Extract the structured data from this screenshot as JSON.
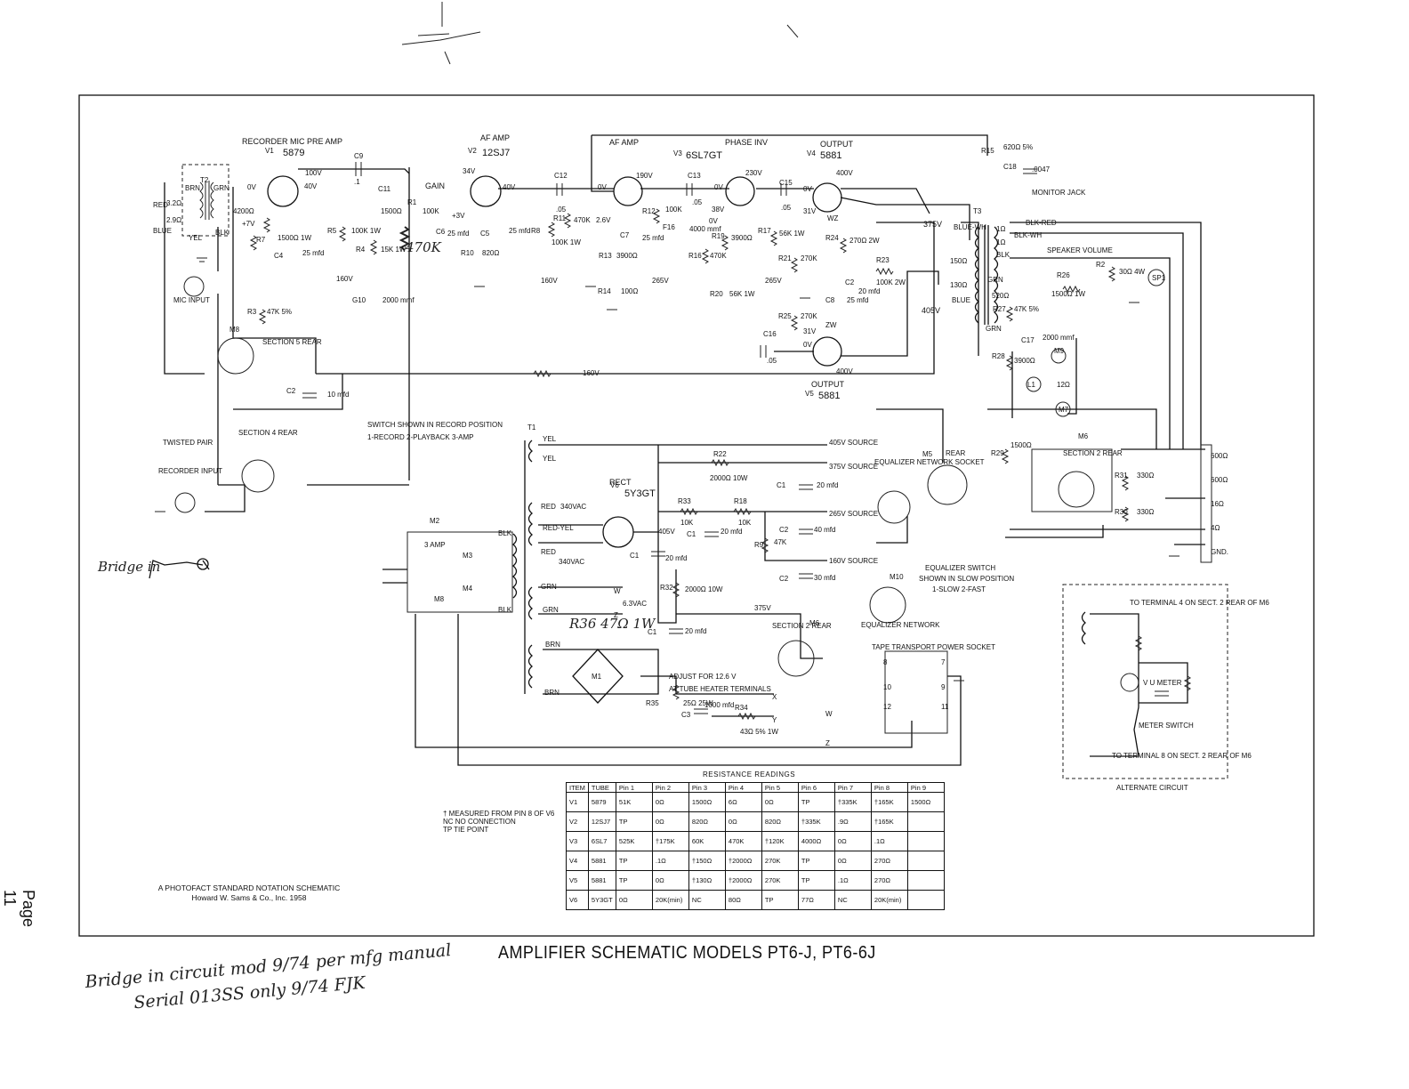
{
  "page": {
    "page_label": "Page 11",
    "title": "AMPLIFIER SCHEMATIC MODELS PT6-J, PT6-6J",
    "credit_line1": "A PHOTOFACT STANDARD NOTATION SCHEMATIC",
    "credit_line2": "Howard W. Sams & Co., Inc. 1958",
    "notes": [
      "† MEASURED FROM PIN 8 OF V6",
      "NC  NO CONNECTION",
      "TP  TIE POINT"
    ],
    "handwritten": {
      "bridge_label": "Bridge in",
      "r36_label": "R36 47Ω 1W",
      "resistor_470k": "470K",
      "bottom_line1": "Bridge in circuit mod 9/74 per mfg manual",
      "bottom_line2": "Serial 013SS only 9/74 FJK"
    }
  },
  "tubes": [
    {
      "ref": "V1",
      "type": "5879",
      "function": "RECORDER MIC PRE AMP"
    },
    {
      "ref": "V2",
      "type": "12SJ7",
      "function": "AF AMP"
    },
    {
      "ref": "V3",
      "type": "6SL7GT",
      "function_a": "AF AMP",
      "function_b": "PHASE INV"
    },
    {
      "ref": "V4",
      "type": "5881",
      "function": "OUTPUT"
    },
    {
      "ref": "V5",
      "type": "5881",
      "function": "OUTPUT"
    },
    {
      "ref": "V6",
      "type": "5Y3GT",
      "function": "RECT"
    }
  ],
  "labels": {
    "gain": "GAIN",
    "mic_input": "MIC INPUT",
    "section5": "SECTION 5 REAR",
    "section4": "SECTION 4 REAR",
    "section2": "SECTION 2 REAR",
    "section2b": "SECTION 2 REAR",
    "twisted_pair": "TWISTED PAIR",
    "recorder_input": "RECORDER INPUT",
    "switch_note_1": "SWITCH SHOWN IN RECORD POSITION",
    "switch_note_2": "1-RECORD  2-PLAYBACK  3-AMP",
    "monitor_jack": "MONITOR JACK",
    "speaker_volume": "SPEAKER VOLUME",
    "equalizer_socket": "EQUALIZER NETWORK SOCKET",
    "rear": "REAR",
    "equalizer_switch_1": "EQUALIZER SWITCH",
    "equalizer_switch_2": "SHOWN IN SLOW POSITION",
    "equalizer_switch_3": "1-SLOW  2-FAST",
    "equalizer_network": "EQUALIZER NETWORK",
    "tape_socket": "TAPE TRANSPORT POWER SOCKET",
    "adjust_1": "ADJUST FOR 12.6 V",
    "adjust_2": "AT TUBE HEATER TERMINALS",
    "three_amp": "3 AMP",
    "alt_circuit": "ALTERNATE CIRCUIT",
    "vu_meter": "V U METER",
    "meter_switch": "METER SWITCH",
    "to_term_1": "TO TERMINAL 4 ON SECT. 2 REAR OF M6",
    "to_term_2": "TO TERMINAL 8 ON SECT. 2 REAR OF M6",
    "src_405": "405V SOURCE",
    "src_375": "375V SOURCE",
    "src_265": "265V SOURCE",
    "src_160": "160V SOURCE",
    "v_375": "375V",
    "v_405": "405V",
    "v_265": "265V",
    "v_160": "160V",
    "ac_340": "340VAC",
    "ac_63": "6.3VAC",
    "blk_red": "BLK-RED",
    "blk_wh": "BLK-WH",
    "blue_wh": "BLUE-WH",
    "red_yel": "RED-YEL"
  },
  "terminals": [
    "600Ω",
    "600Ω",
    "16Ω",
    "4Ω",
    "GND."
  ],
  "resistance_table": {
    "caption": "RESISTANCE READINGS",
    "headers": [
      "ITEM",
      "TUBE",
      "Pin 1",
      "Pin 2",
      "Pin 3",
      "Pin 4",
      "Pin 5",
      "Pin 6",
      "Pin 7",
      "Pin 8",
      "Pin 9"
    ],
    "rows": [
      [
        "V1",
        "5879",
        "51K",
        "0Ω",
        "1500Ω",
        "6Ω",
        "0Ω",
        "TP",
        "†335K",
        "†165K",
        "1500Ω"
      ],
      [
        "V2",
        "12SJ7",
        "TP",
        "0Ω",
        "820Ω",
        "0Ω",
        "820Ω",
        "†335K",
        ".9Ω",
        "†165K",
        ""
      ],
      [
        "V3",
        "6SL7",
        "525K",
        "†175K",
        "60K",
        "470K",
        "†120K",
        "4000Ω",
        "0Ω",
        ".1Ω",
        ""
      ],
      [
        "V4",
        "5881",
        "TP",
        ".1Ω",
        "†150Ω",
        "†2000Ω",
        "270K",
        "TP",
        "0Ω",
        "270Ω",
        ""
      ],
      [
        "V5",
        "5881",
        "TP",
        "0Ω",
        "†130Ω",
        "†2000Ω",
        "270K",
        "TP",
        ".1Ω",
        "270Ω",
        ""
      ],
      [
        "V6",
        "5Y3GT",
        "0Ω",
        "20K(min)",
        "NC",
        "80Ω",
        "TP",
        "77Ω",
        "NC",
        "20K(min)",
        ""
      ]
    ]
  }
}
